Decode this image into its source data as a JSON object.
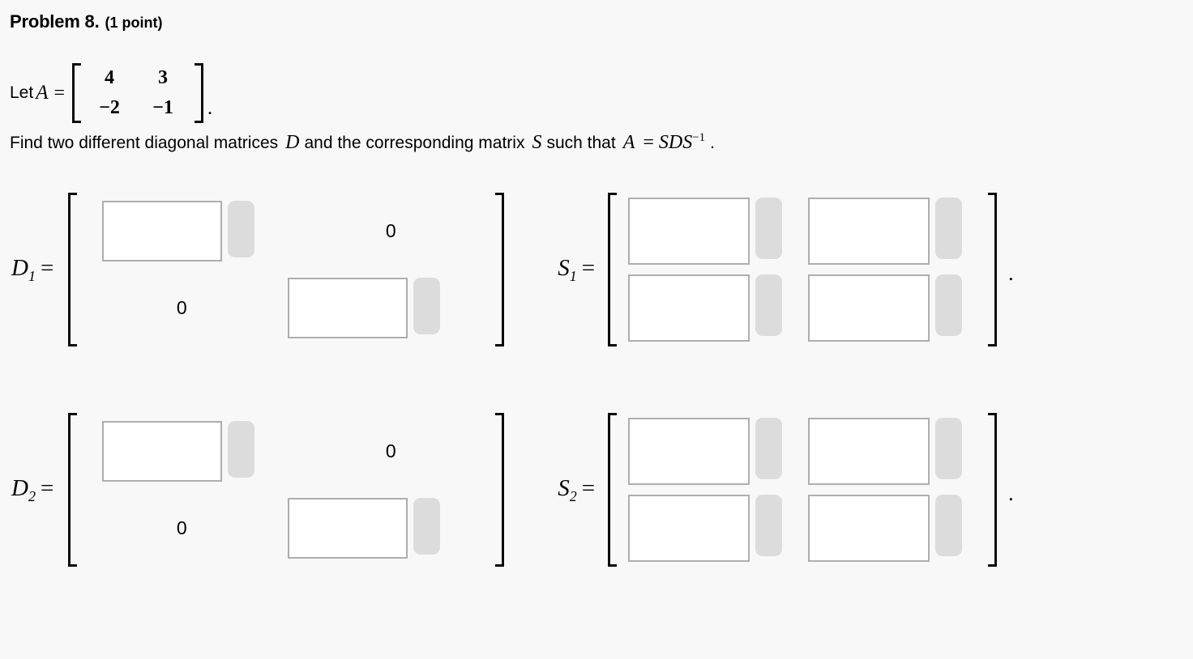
{
  "header": {
    "title": "Problem 8.",
    "points": "(1 point)"
  },
  "prompt": {
    "let_word": "Let",
    "matrix_name": "A",
    "equals": "=",
    "matrix_a": {
      "rows": [
        [
          "4",
          "3"
        ],
        [
          "−2",
          "−1"
        ]
      ]
    },
    "period": ".",
    "instruction_parts": {
      "before_d": "Find two different diagonal matrices",
      "var_d": "D",
      "between": "and the corresponding matrix",
      "var_s": "S",
      "after_s": "such that",
      "equation_a": "A",
      "equation_eq": "=",
      "equation_sds": "SDS",
      "equation_exp": "−1",
      "equation_period": "."
    }
  },
  "answers": {
    "zero_label": "0",
    "trailing_period": ".",
    "equals_sign": "=",
    "rows": [
      {
        "d": {
          "label": "D",
          "subscript": "1",
          "cells": [
            {
              "type": "input",
              "value": "",
              "position": "r0c0"
            },
            {
              "type": "zero",
              "value": "0",
              "position": "r0c1"
            },
            {
              "type": "zero",
              "value": "0",
              "position": "r1c0"
            },
            {
              "type": "input",
              "value": "",
              "position": "r1c1"
            }
          ]
        },
        "s": {
          "label": "S",
          "subscript": "1",
          "cells": [
            {
              "type": "input",
              "value": "",
              "position": "r0c0"
            },
            {
              "type": "input",
              "value": "",
              "position": "r0c1"
            },
            {
              "type": "input",
              "value": "",
              "position": "r1c0"
            },
            {
              "type": "input",
              "value": "",
              "position": "r1c1"
            }
          ]
        }
      },
      {
        "d": {
          "label": "D",
          "subscript": "2",
          "cells": [
            {
              "type": "input",
              "value": "",
              "position": "r0c0"
            },
            {
              "type": "zero",
              "value": "0",
              "position": "r0c1"
            },
            {
              "type": "zero",
              "value": "0",
              "position": "r1c0"
            },
            {
              "type": "input",
              "value": "",
              "position": "r1c1"
            }
          ]
        },
        "s": {
          "label": "S",
          "subscript": "2",
          "cells": [
            {
              "type": "input",
              "value": "",
              "position": "r0c0"
            },
            {
              "type": "input",
              "value": "",
              "position": "r0c1"
            },
            {
              "type": "input",
              "value": "",
              "position": "r1c0"
            },
            {
              "type": "input",
              "value": "",
              "position": "r1c1"
            }
          ]
        }
      }
    ]
  },
  "colors": {
    "background": "#f8f8f8",
    "input_border": "#aeaeae",
    "input_fill": "#ffffff",
    "tab_fill": "#dcdcdc",
    "bracket": "#0a0a0a",
    "text": "#000000"
  }
}
